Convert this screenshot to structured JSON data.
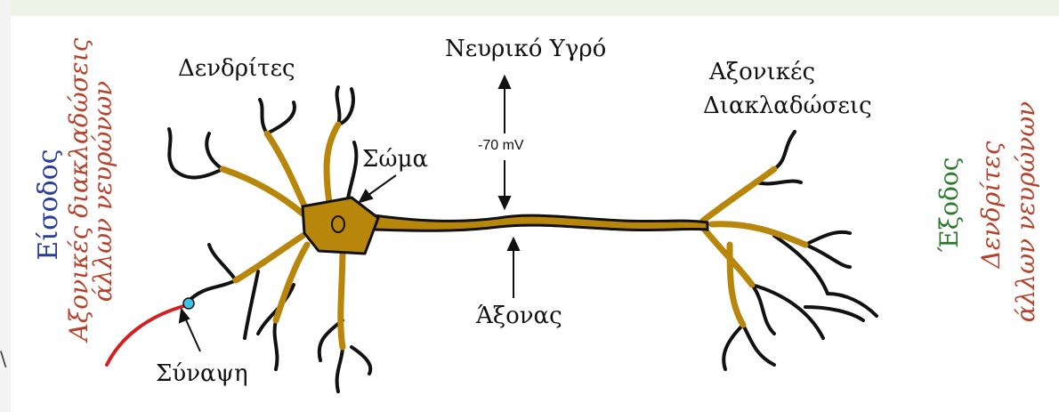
{
  "left_side": {
    "input_title": "Είσοδος",
    "input_line1": "Αξονικές διακλαδώσεις",
    "input_line2": "άλλων νευρώνων"
  },
  "right_side": {
    "output_title": "Έξοδος",
    "output_line1": "Δενδρίτες",
    "output_line2": "άλλων νευρώνων"
  },
  "labels": {
    "dendrites": "Δενδρίτες",
    "fluid": "Νευρικό Υγρό",
    "axon_branches_1": "Αξονικές",
    "axon_branches_2": "Διακλαδώσεις",
    "soma": "Σώμα",
    "voltage": "-70 mV",
    "axon": "Άξονας",
    "synapse": "Σύναψη",
    "edge_fragment": "\\"
  },
  "colors": {
    "blue": "#2a3d9c",
    "green": "#2b7a2b",
    "red_brown": "#b5422b",
    "axon_fill": "#b8860b",
    "synapse_dot": "#3ec4e6",
    "incoming_fiber": "#d42020"
  }
}
